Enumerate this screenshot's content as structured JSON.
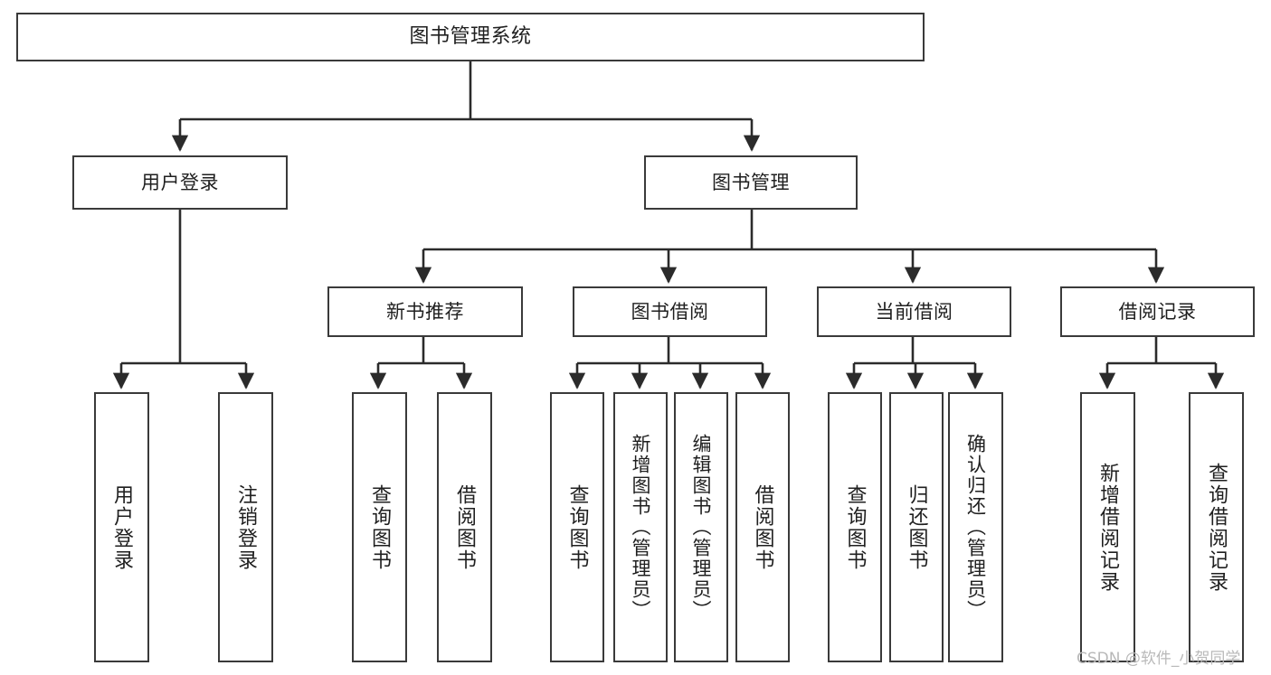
{
  "diagram": {
    "title": "图书管理系统",
    "type": "tree",
    "watermark": "CSDN @软件_小贺同学",
    "colors": {
      "background": "#ffffff",
      "box_border": "#3a3a3a",
      "box_fill": "#ffffff",
      "text": "#1f1f1f",
      "edge": "#2b2b2b",
      "watermark": "#b9b9b9"
    },
    "nodes": {
      "root": {
        "label": "图书管理系统"
      },
      "level1": [
        {
          "id": "user-login",
          "label": "用户登录"
        },
        {
          "id": "book-manage",
          "label": "图书管理"
        }
      ],
      "level2": [
        {
          "id": "new-book-rec",
          "label": "新书推荐"
        },
        {
          "id": "book-borrow",
          "label": "图书借阅"
        },
        {
          "id": "current-borrow",
          "label": "当前借阅"
        },
        {
          "id": "borrow-record",
          "label": "借阅记录"
        }
      ],
      "leaves": {
        "user-login": [
          {
            "id": "leaf-user-login",
            "label": "用户登录"
          },
          {
            "id": "leaf-user-logout",
            "label": "注销登录"
          }
        ],
        "new-book-rec": [
          {
            "id": "leaf-query-book-1",
            "label": "查询图书"
          },
          {
            "id": "leaf-borrow-book-1",
            "label": "借阅图书"
          }
        ],
        "book-borrow": [
          {
            "id": "leaf-query-book-2",
            "label": "查询图书"
          },
          {
            "id": "leaf-add-book",
            "label": "新增图书（管理员）"
          },
          {
            "id": "leaf-edit-book",
            "label": "编辑图书（管理员）"
          },
          {
            "id": "leaf-borrow-book-2",
            "label": "借阅图书"
          }
        ],
        "current-borrow": [
          {
            "id": "leaf-query-book-3",
            "label": "查询图书"
          },
          {
            "id": "leaf-return-book",
            "label": "归还图书"
          },
          {
            "id": "leaf-confirm-return",
            "label": "确认归还（管理员）"
          }
        ],
        "borrow-record": [
          {
            "id": "leaf-add-record",
            "label": "新增借阅记录"
          },
          {
            "id": "leaf-query-record",
            "label": "查询借阅记录"
          }
        ]
      }
    }
  }
}
